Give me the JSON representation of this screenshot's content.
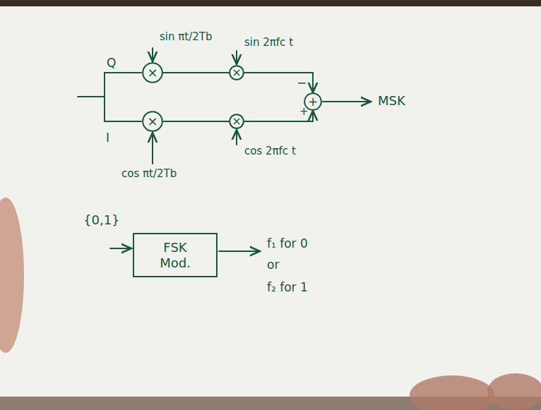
{
  "diagram": {
    "nodes": [
      {
        "text": [
          "×"
        ]
      },
      {
        "text": [
          "×"
        ]
      },
      {
        "text": [
          "×"
        ]
      },
      {
        "text": [
          "×"
        ]
      },
      {
        "text": [
          "+"
        ]
      },
      {
        "text": [
          "FSK Mod."
        ]
      }
    ],
    "edges": [
      {
        "from": 0,
        "to": 1,
        "arrow": "none"
      },
      {
        "from": 1,
        "to": 4,
        "arrow": "to"
      },
      {
        "from": 2,
        "to": 3,
        "arrow": "none"
      },
      {
        "from": 3,
        "to": 4,
        "arrow": "to"
      }
    ],
    "labels": [
      "Q",
      "I",
      "sin πt/2Tb",
      "sin 2πfc t",
      "cos πt/2Tb",
      "cos 2πfc t",
      "−",
      "+",
      "MSK",
      "{0,1}",
      "f₁ for 0",
      "or",
      "f₂ for 1"
    ]
  }
}
